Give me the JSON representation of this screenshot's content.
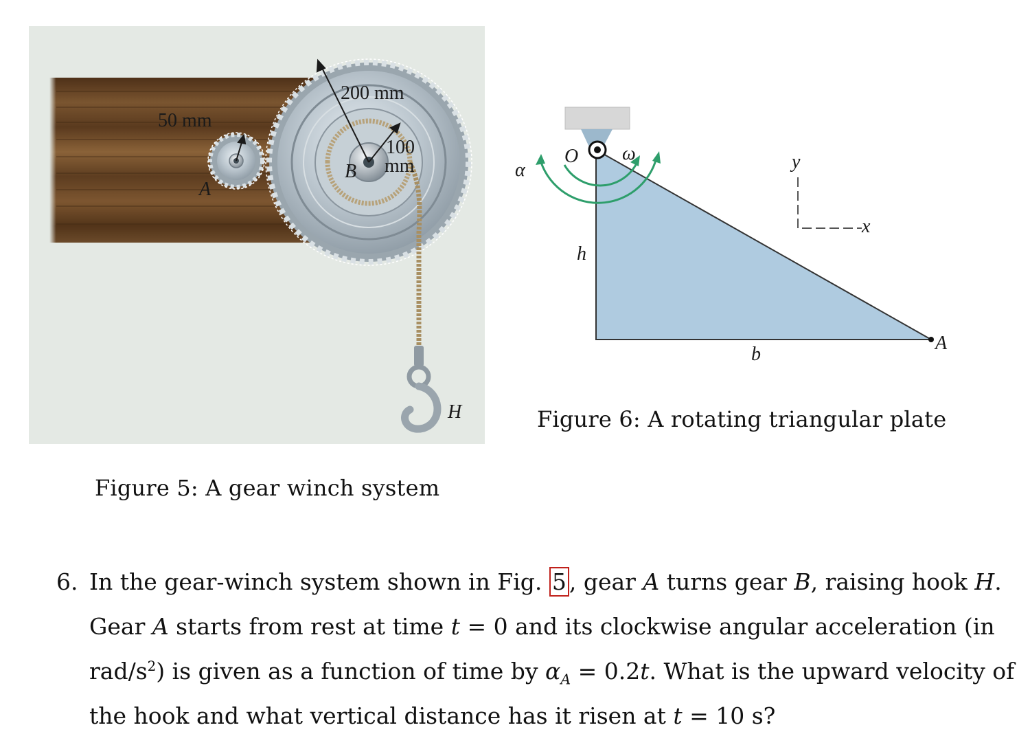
{
  "figure5": {
    "label_gear_a_radius": "50 mm",
    "label_gear_b_radius": "200 mm",
    "label_drum_radius_top": "100",
    "label_drum_radius_bottom": "mm",
    "label_gear_a": "A",
    "label_gear_b": "B",
    "label_hook": "H",
    "caption": "Figure 5: A gear winch system",
    "colors": {
      "panel": "#e4e9e4",
      "wood": "#6b4a2a",
      "gear": "#b8c4cc",
      "rope": "#b7a27a"
    }
  },
  "figure6": {
    "label_alpha": "α",
    "label_omega": "ω",
    "label_pivot": "O",
    "label_height": "h",
    "label_base": "b",
    "label_point": "A",
    "label_axis_y": "y",
    "label_axis_x": "x",
    "caption": "Figure 6: A rotating triangular plate",
    "colors": {
      "plate": "#afcbe0",
      "arrows": "#2e9e6b",
      "support": "#d7d7d7"
    }
  },
  "problem": {
    "number": "6.",
    "line1_a": "In the gear-winch system shown in Fig. ",
    "line1_ref": "5",
    "line1_b": ", gear ",
    "var_a": "A",
    "line1_c": " turns gear ",
    "var_b": "B",
    "line1_d": ", raising hook ",
    "var_h": "H",
    "line1_e": ".",
    "line2_a": "Gear ",
    "line2_b": " starts from rest at time ",
    "var_t": "t",
    "line2_c": " = 0 and its clockwise angular acceleration (in",
    "line3_a": "rad/s",
    "line3_sup": "2",
    "line3_b": ") is given as a function of time by ",
    "var_alpha": "α",
    "line3_sub": "A",
    "line3_c": " = 0.2",
    "line3_d": ". What is the upward velocity of",
    "line4_a": "the hook and what vertical distance has it risen at ",
    "line4_b": " = 10 s?"
  }
}
